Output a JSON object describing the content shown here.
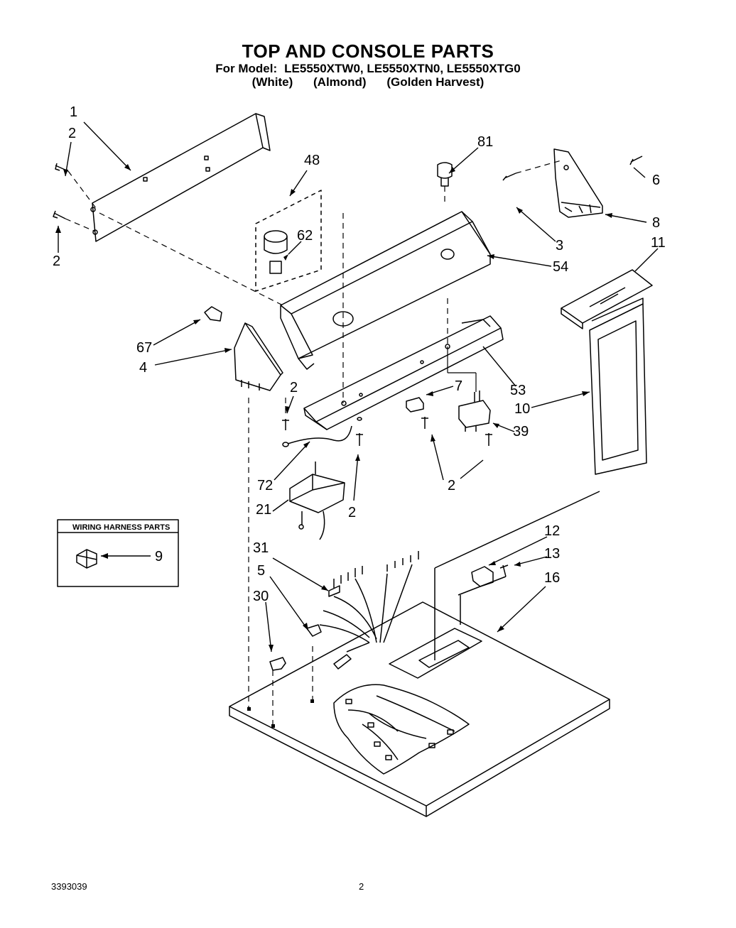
{
  "header": {
    "title": "TOP AND CONSOLE PARTS",
    "model_label": "For Model:",
    "models": "LE5550XTW0, LE5550XTN0, LE5550XTG0",
    "colors": [
      "(White)",
      "(Almond)",
      "(Golden Harvest)"
    ]
  },
  "inset_box": {
    "title": "WIRING HARNESS PARTS",
    "part": "9"
  },
  "callouts": [
    "1",
    "2",
    "2",
    "48",
    "62",
    "81",
    "6",
    "8",
    "3",
    "54",
    "11",
    "67",
    "4",
    "2",
    "7",
    "53",
    "10",
    "39",
    "72",
    "2",
    "21",
    "2",
    "12",
    "13",
    "16",
    "31",
    "5",
    "30"
  ],
  "footer": {
    "doc_number": "3393039",
    "page": "2"
  }
}
